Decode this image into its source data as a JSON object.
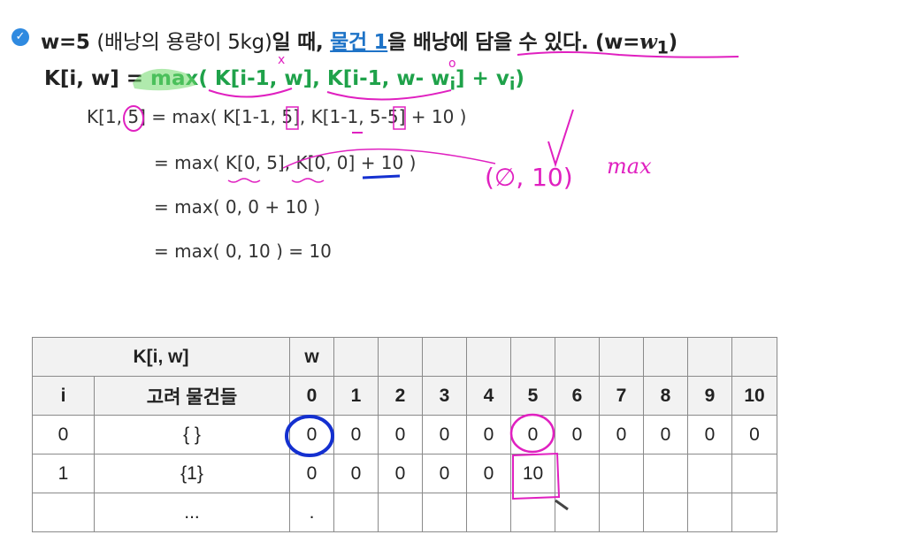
{
  "header": {
    "bullet_icon": "check-circle-icon",
    "line1_start": "w=5 ",
    "line1_paren": "(배낭의 용량이 5kg)",
    "line1_mid": "일 때, ",
    "line1_link": "물건 1",
    "line1_end": "을 배낭에 담을 수 있다. ",
    "line1_cond_a": "(w=",
    "line1_cond_w": "w",
    "line1_cond_sub": "1",
    "line1_cond_b": ")",
    "formula_a": "K[i, w] = ",
    "formula_green_1": "max( K[i-1, w], K[i-1, w- w",
    "formula_green_sub": "i",
    "formula_green_2": "] + v",
    "formula_green_sub2": "i",
    "formula_green_3": ")"
  },
  "equations": [
    "K[1, 5]  = max( K[1-1, 5], K[1-1, 5-5] + 10 )",
    "= max( K[0, 5], K[0, 0] + 10 )",
    "= max( 0, 0 + 10 )",
    "= max( 0, 10 ) = 10"
  ],
  "handwriting": {
    "tuple": "(∅, 10)",
    "word": "max"
  },
  "table": {
    "title": "K[i, w]",
    "w_label": "w",
    "i_label": "i",
    "items_label": "고려 물건들",
    "w_values": [
      "0",
      "1",
      "2",
      "3",
      "4",
      "5",
      "6",
      "7",
      "8",
      "9",
      "10"
    ],
    "rows": [
      {
        "i": "0",
        "items": "{ }",
        "cells": [
          "0",
          "0",
          "0",
          "0",
          "0",
          "0",
          "0",
          "0",
          "0",
          "0",
          "0"
        ]
      },
      {
        "i": "1",
        "items": "{1}",
        "cells": [
          "0",
          "0",
          "0",
          "0",
          "0",
          "10",
          "",
          "",
          "",
          "",
          ""
        ]
      },
      {
        "i": "",
        "items": "...",
        "cells": [
          ".",
          "",
          "",
          "",
          "",
          "",
          "",
          "",
          "",
          "",
          ""
        ]
      }
    ]
  },
  "colors": {
    "accent_blue": "#1e73c7",
    "formula_green": "#1fa24a",
    "ink_magenta": "#e020c0",
    "ink_blue": "#1430d0"
  }
}
